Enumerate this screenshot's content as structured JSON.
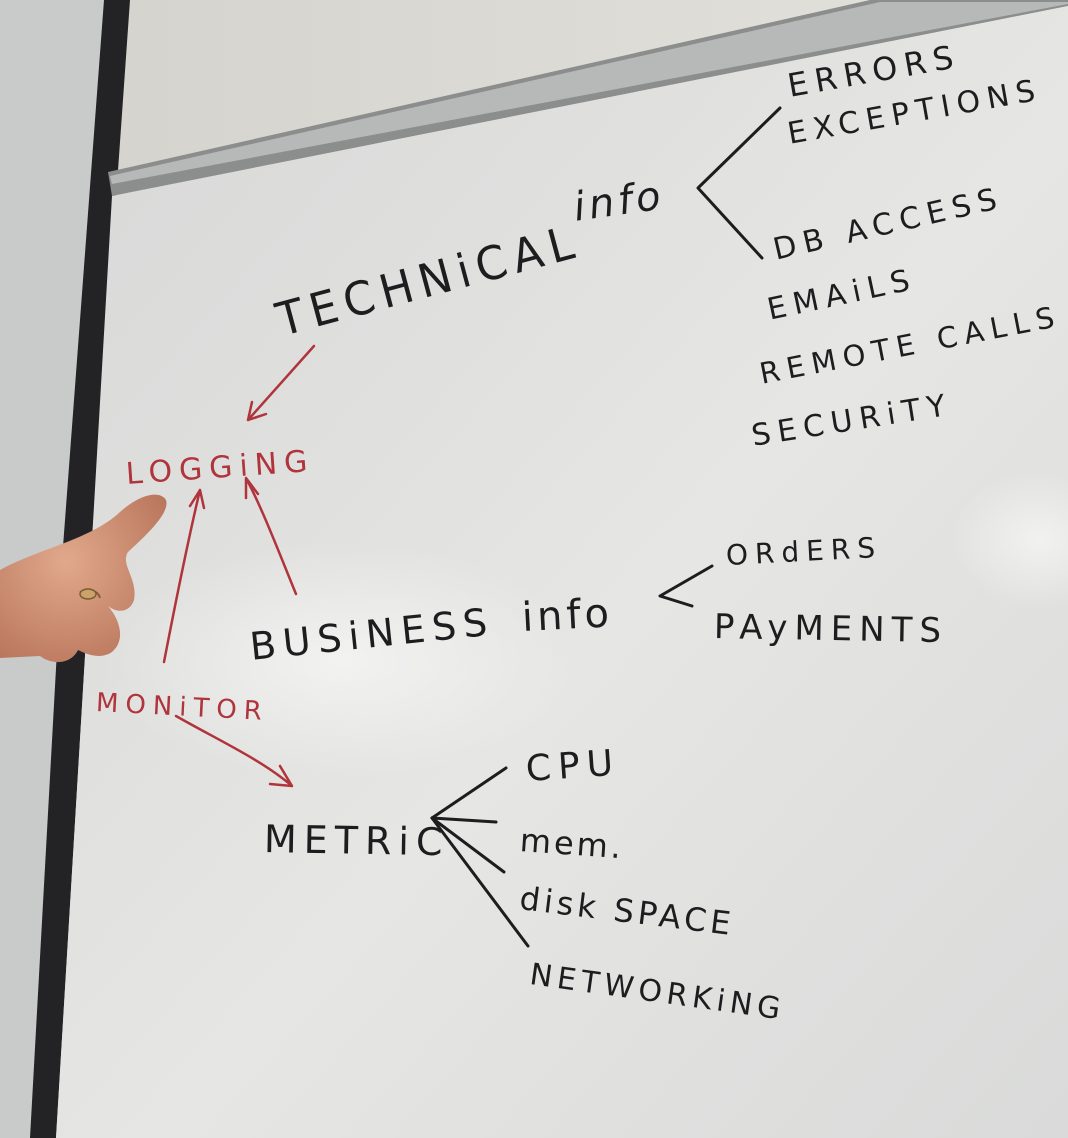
{
  "colors": {
    "black_marker": "#1d1c1f",
    "red_marker": "#b0343c",
    "board": "#e4e4e2",
    "wall": "#d9d8d2"
  },
  "diagram": {
    "nodes": {
      "logging": "LOGGiNG",
      "technical": "TECHNiCAL",
      "technical_info": "info",
      "business": "BUSiNESS",
      "business_info": "info",
      "monitor": "MONiTOR",
      "metric": "METRiC"
    },
    "technical_items": [
      "ERRORS",
      "EXCEPTIONS",
      "DB ACCESS",
      "EMAiLS",
      "REMOTE CALLS",
      "SECURiTY"
    ],
    "business_items": [
      "ORdERS",
      "PAyMENTS"
    ],
    "metric_items": [
      "CPU",
      "mem.",
      "disk SPACE",
      "NETWORKiNG"
    ]
  }
}
